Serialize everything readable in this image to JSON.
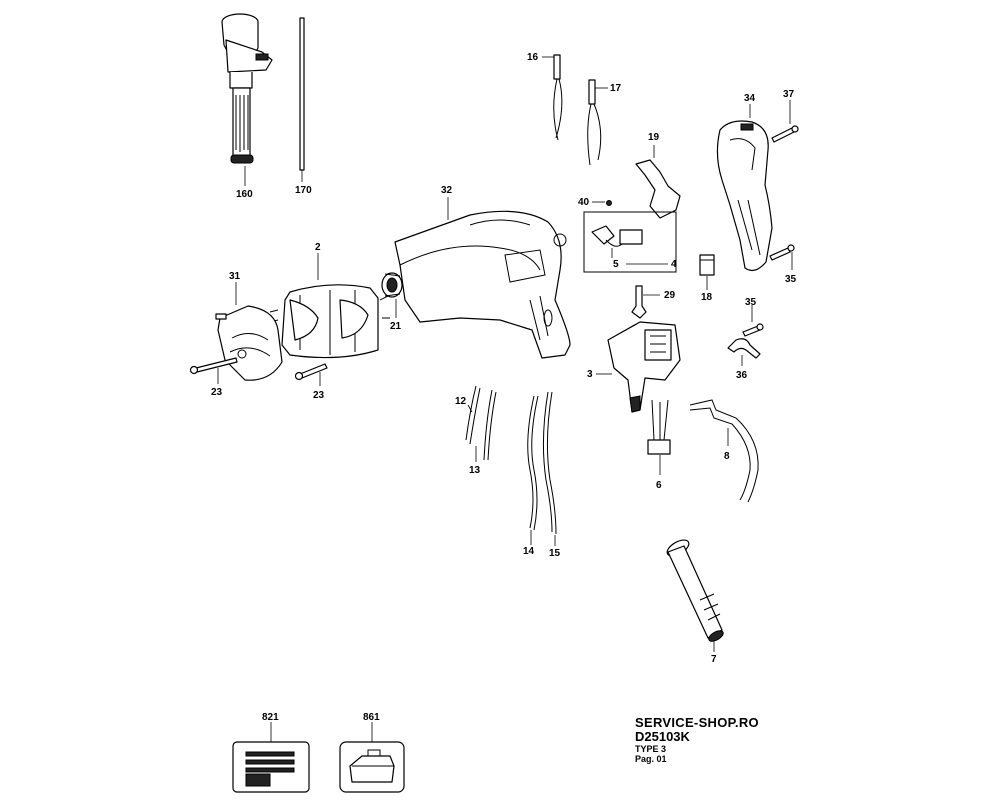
{
  "labels": {
    "p160": "160",
    "p170": "170",
    "p16": "16",
    "p17": "17",
    "p19": "19",
    "p34": "34",
    "p37": "37",
    "p32": "32",
    "p40": "40",
    "p2": "2",
    "p31": "31",
    "p5": "5",
    "p4": "4",
    "p18": "18",
    "p35a": "35",
    "p35b": "35",
    "p21": "21",
    "p29": "29",
    "p23a": "23",
    "p23b": "23",
    "p36": "36",
    "p3": "3",
    "p12": "12",
    "p13": "13",
    "p8": "8",
    "p6": "6",
    "p14": "14",
    "p15": "15",
    "p7": "7",
    "p821": "821",
    "p861": "861"
  },
  "title": {
    "shop": "SERVICE-SHOP.RO",
    "model": "D25103K",
    "type": "TYPE 3",
    "page": "Pag. 01"
  }
}
